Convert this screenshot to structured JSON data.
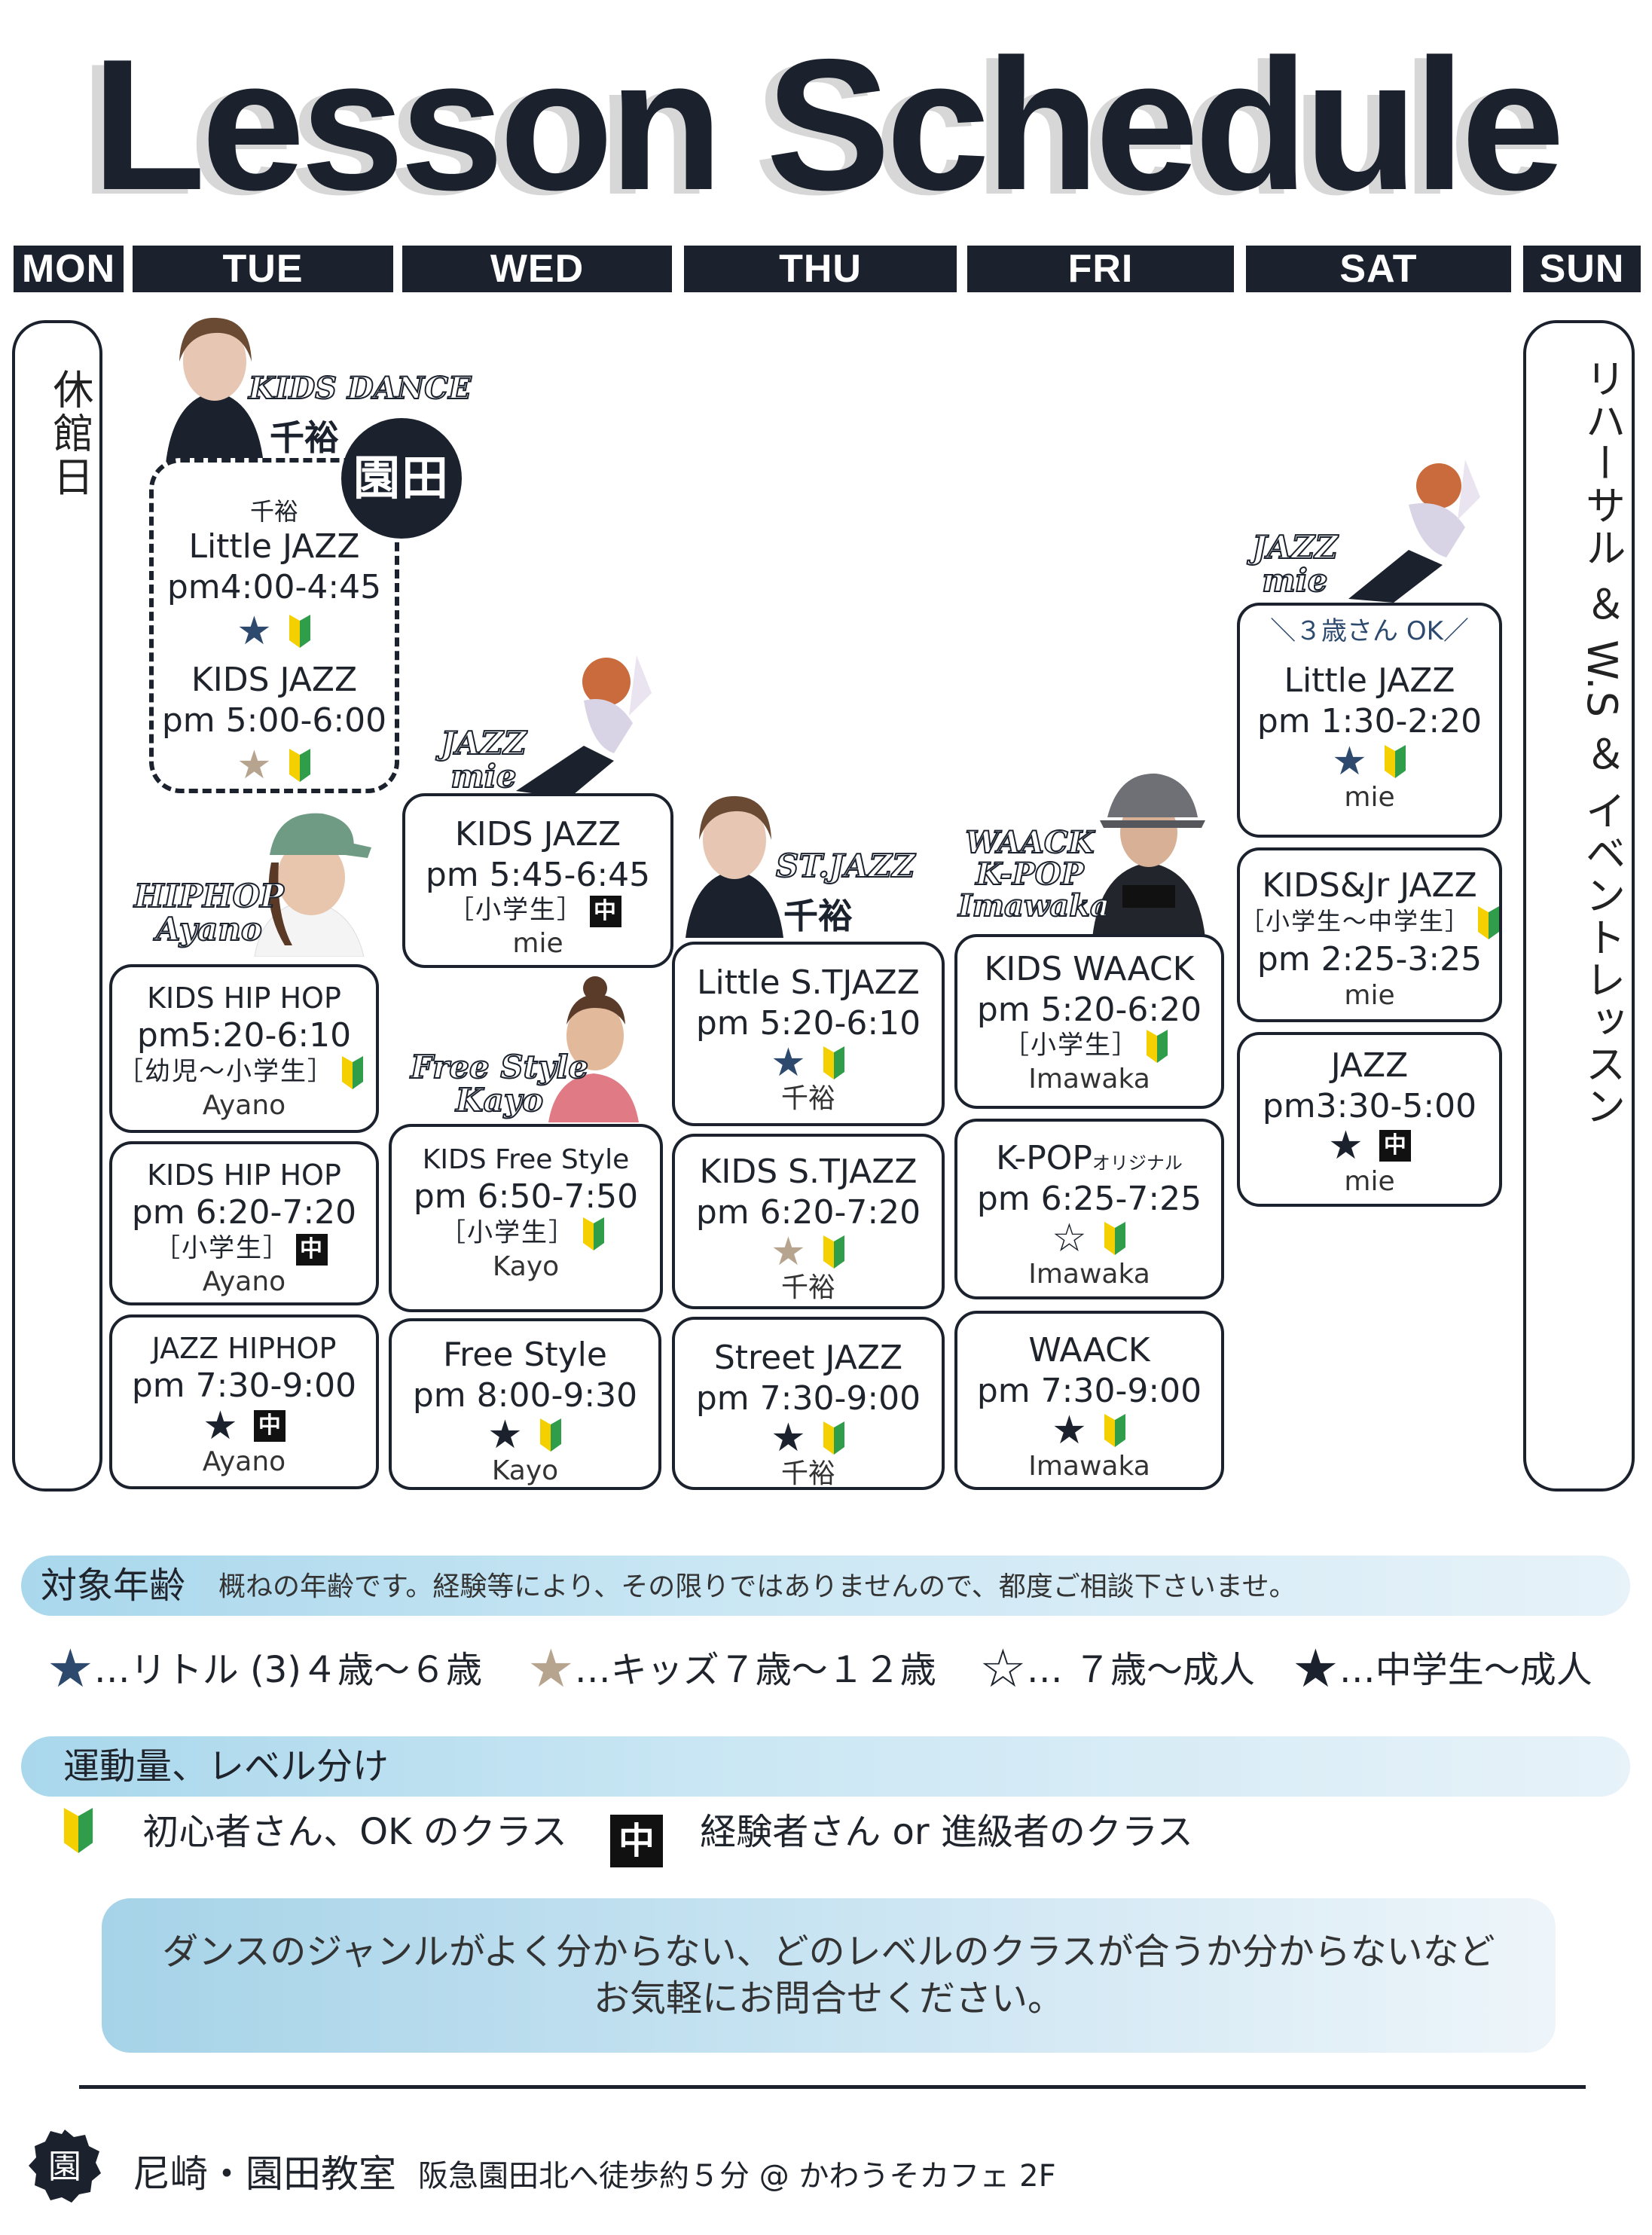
{
  "title": "Lesson Schedule",
  "days": [
    "MON",
    "TUE",
    "WED",
    "THU",
    "FRI",
    "SAT",
    "SUN"
  ],
  "closed": "休館日",
  "sunday_text": "リハーサル ＆ W.S ＆ イベントレッスン",
  "studio_badge": "園田",
  "photo_captions": {
    "tue_kids_dance": {
      "line1": "KIDS DANCE",
      "name": "千裕"
    },
    "tue_hiphop": {
      "line1": "HIPHOP",
      "line2": "Ayano"
    },
    "wed_jazz": {
      "line1": "JAZZ",
      "line2": "mie"
    },
    "wed_freestyle": {
      "line1": "Free Style",
      "line2": "Kayo"
    },
    "thu_stjazz": {
      "line1": "ST.JAZZ",
      "name": "千裕"
    },
    "fri_waack": {
      "line1": "WAACK",
      "line2": "K-POP",
      "line3": "Imawaka"
    },
    "sat_jazz": {
      "line1": "JAZZ",
      "line2": "mie"
    }
  },
  "classes": {
    "tue_dashed": {
      "instructor": "千裕",
      "c1_name": "Little JAZZ",
      "c1_time": "pm4:00-4:45",
      "c2_name": "KIDS JAZZ",
      "c2_time": "pm 5:00-6:00"
    },
    "tue_1": {
      "name": "KIDS HIP HOP",
      "time": "pm5:20-6:10",
      "age": "［幼児〜小学生］",
      "instructor": "Ayano"
    },
    "tue_2": {
      "name": "KIDS HIP HOP",
      "time": "pm 6:20-7:20",
      "age": "［小学生］",
      "level_text": "中",
      "instructor": "Ayano"
    },
    "tue_3": {
      "name": "JAZZ HIPHOP",
      "time": "pm 7:30-9:00",
      "level_text": "中",
      "instructor": "Ayano"
    },
    "wed_1": {
      "name": "KIDS JAZZ",
      "time": "pm 5:45-6:45",
      "age": "［小学生］",
      "level_text": "中",
      "instructor": "mie"
    },
    "wed_2": {
      "name": "KIDS Free Style",
      "time": "pm 6:50-7:50",
      "age": "［小学生］",
      "instructor": "Kayo"
    },
    "wed_3": {
      "name": "Free Style",
      "time": "pm 8:00-9:30",
      "instructor": "Kayo"
    },
    "thu_1": {
      "name": "Little S.TJAZZ",
      "time": "pm 5:20-6:10",
      "instructor": "千裕"
    },
    "thu_2": {
      "name": "KIDS S.TJAZZ",
      "time": "pm 6:20-7:20",
      "instructor": "千裕"
    },
    "thu_3": {
      "name": "Street JAZZ",
      "time": "pm 7:30-9:00",
      "instructor": "千裕"
    },
    "fri_1": {
      "name": "KIDS WAACK",
      "time": "pm 5:20-6:20",
      "age": "［小学生］",
      "instructor": "Imawaka"
    },
    "fri_2": {
      "name": "K-POP",
      "name_suffix": "オリジナル",
      "time": "pm 6:25-7:25",
      "instructor": "Imawaka"
    },
    "fri_3": {
      "name": "WAACK",
      "time": "pm 7:30-9:00",
      "instructor": "Imawaka"
    },
    "sat_1": {
      "note": "＼３歳さん OK／",
      "name": "Little JAZZ",
      "time": "pm 1:30-2:20",
      "instructor": "mie"
    },
    "sat_2": {
      "name": "KIDS&Jr JAZZ",
      "age": "［小学生〜中学生］",
      "time": "pm 2:25-3:25",
      "instructor": "mie"
    },
    "sat_3": {
      "name": "JAZZ",
      "time": "pm3:30-5:00",
      "level_text": "中",
      "instructor": "mie"
    }
  },
  "age_section": {
    "title": "対象年齢",
    "note": "概ねの年齢です。経験等により、その限りではありませんので、都度ご相談下さいませ。",
    "legend": [
      {
        "icon": "star-navy-icon",
        "label": "…リトル (3)４歳〜６歳"
      },
      {
        "icon": "star-tan-icon",
        "label": "…キッズ７歳〜１２歳"
      },
      {
        "icon": "star-outline-icon",
        "label": "… ７歳〜成人"
      },
      {
        "icon": "star-dark-icon",
        "label": "…中学生〜成人"
      }
    ]
  },
  "level_section": {
    "title": "運動量、レベル分け",
    "beginner": "初心者さん、OK のクラス",
    "advanced_icon_text": "中",
    "advanced": "経験者さん or 進級者のクラス"
  },
  "notice": {
    "line1": "ダンスのジャンルがよく分からない、どのレベルのクラスが合うか分からないなど",
    "line2": "お気軽にお問合せください。"
  },
  "footer": {
    "icon_text": "園",
    "main": "尼崎・園田教室",
    "sub": "阪急園田北へ徒歩約５分 @ かわうそカフェ 2F"
  },
  "colors": {
    "navy": "#1b222d",
    "star_navy": "#2d4a6e",
    "star_tan": "#b6a48f",
    "band": "#a9d7ec"
  }
}
